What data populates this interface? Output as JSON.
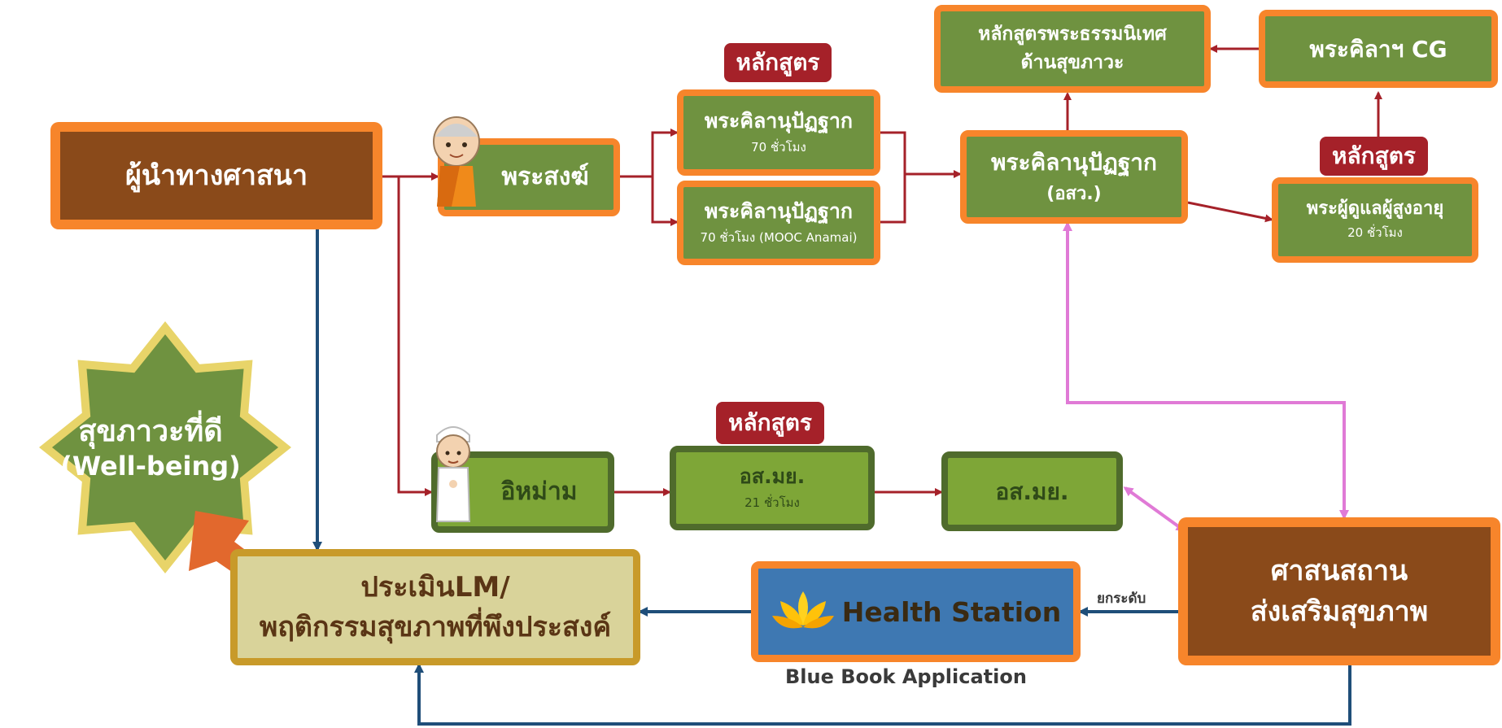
{
  "religious_leader": "ผู้นำทางศาสนา",
  "monks": "พระสงฆ์",
  "imam": "อิหม่าม",
  "course_tag": "หลักสูตร",
  "monk_course_a": {
    "title": "พระคิลานุปัฏฐาก",
    "hours": "70 ชั่วโมง"
  },
  "monk_course_b": {
    "title": "พระคิลานุปัฏฐาก",
    "hours": "70 ชั่วโมง (MOOC Anamai)"
  },
  "monk_health_volunteer": {
    "title": "พระคิลานุปัฏฐาก",
    "subtitle": "(อสว.)"
  },
  "dharma_curriculum": {
    "line1": "หลักสูตรพระธรรมนิเทศ",
    "line2": "ด้านสุขภาวะ"
  },
  "monk_cg": "พระคิลาฯ CG",
  "elderly_care_monk": {
    "title": "พระผู้ดูแลผู้สูงอายุ",
    "hours": "20 ชั่วโมง"
  },
  "imam_course": {
    "title": "อส.มย.",
    "hours": "21 ชั่วโมง"
  },
  "imam_volunteer": "อส.มย.",
  "religious_place": {
    "line1": "ศาสนสถาน",
    "line2": "ส่งเสริมสุขภาพ"
  },
  "upgrade_label": "ยกระดับ",
  "health_station": "Health Station",
  "blue_book": "Blue Book Application",
  "evaluation": {
    "line1": "ประเมินLM/",
    "line2": "พฤติกรรมสุขภาพที่พึงประสงค์"
  },
  "wellbeing": {
    "line1": "สุขภาวะที่ดี",
    "line2": "(Well-being)"
  },
  "colors": {
    "orange_border": "#f7852b",
    "brown": "#8a4a1a",
    "olive": "#6f9240",
    "green": "#7ea637",
    "dark_green_border": "#4f6b2c",
    "tag_red": "#a52129",
    "arrow_red": "#a52129",
    "arrow_blue": "#1f4e79",
    "arrow_pink": "#e07ad6",
    "station_blue": "#3e78b2",
    "beige": "#d9d39a"
  }
}
